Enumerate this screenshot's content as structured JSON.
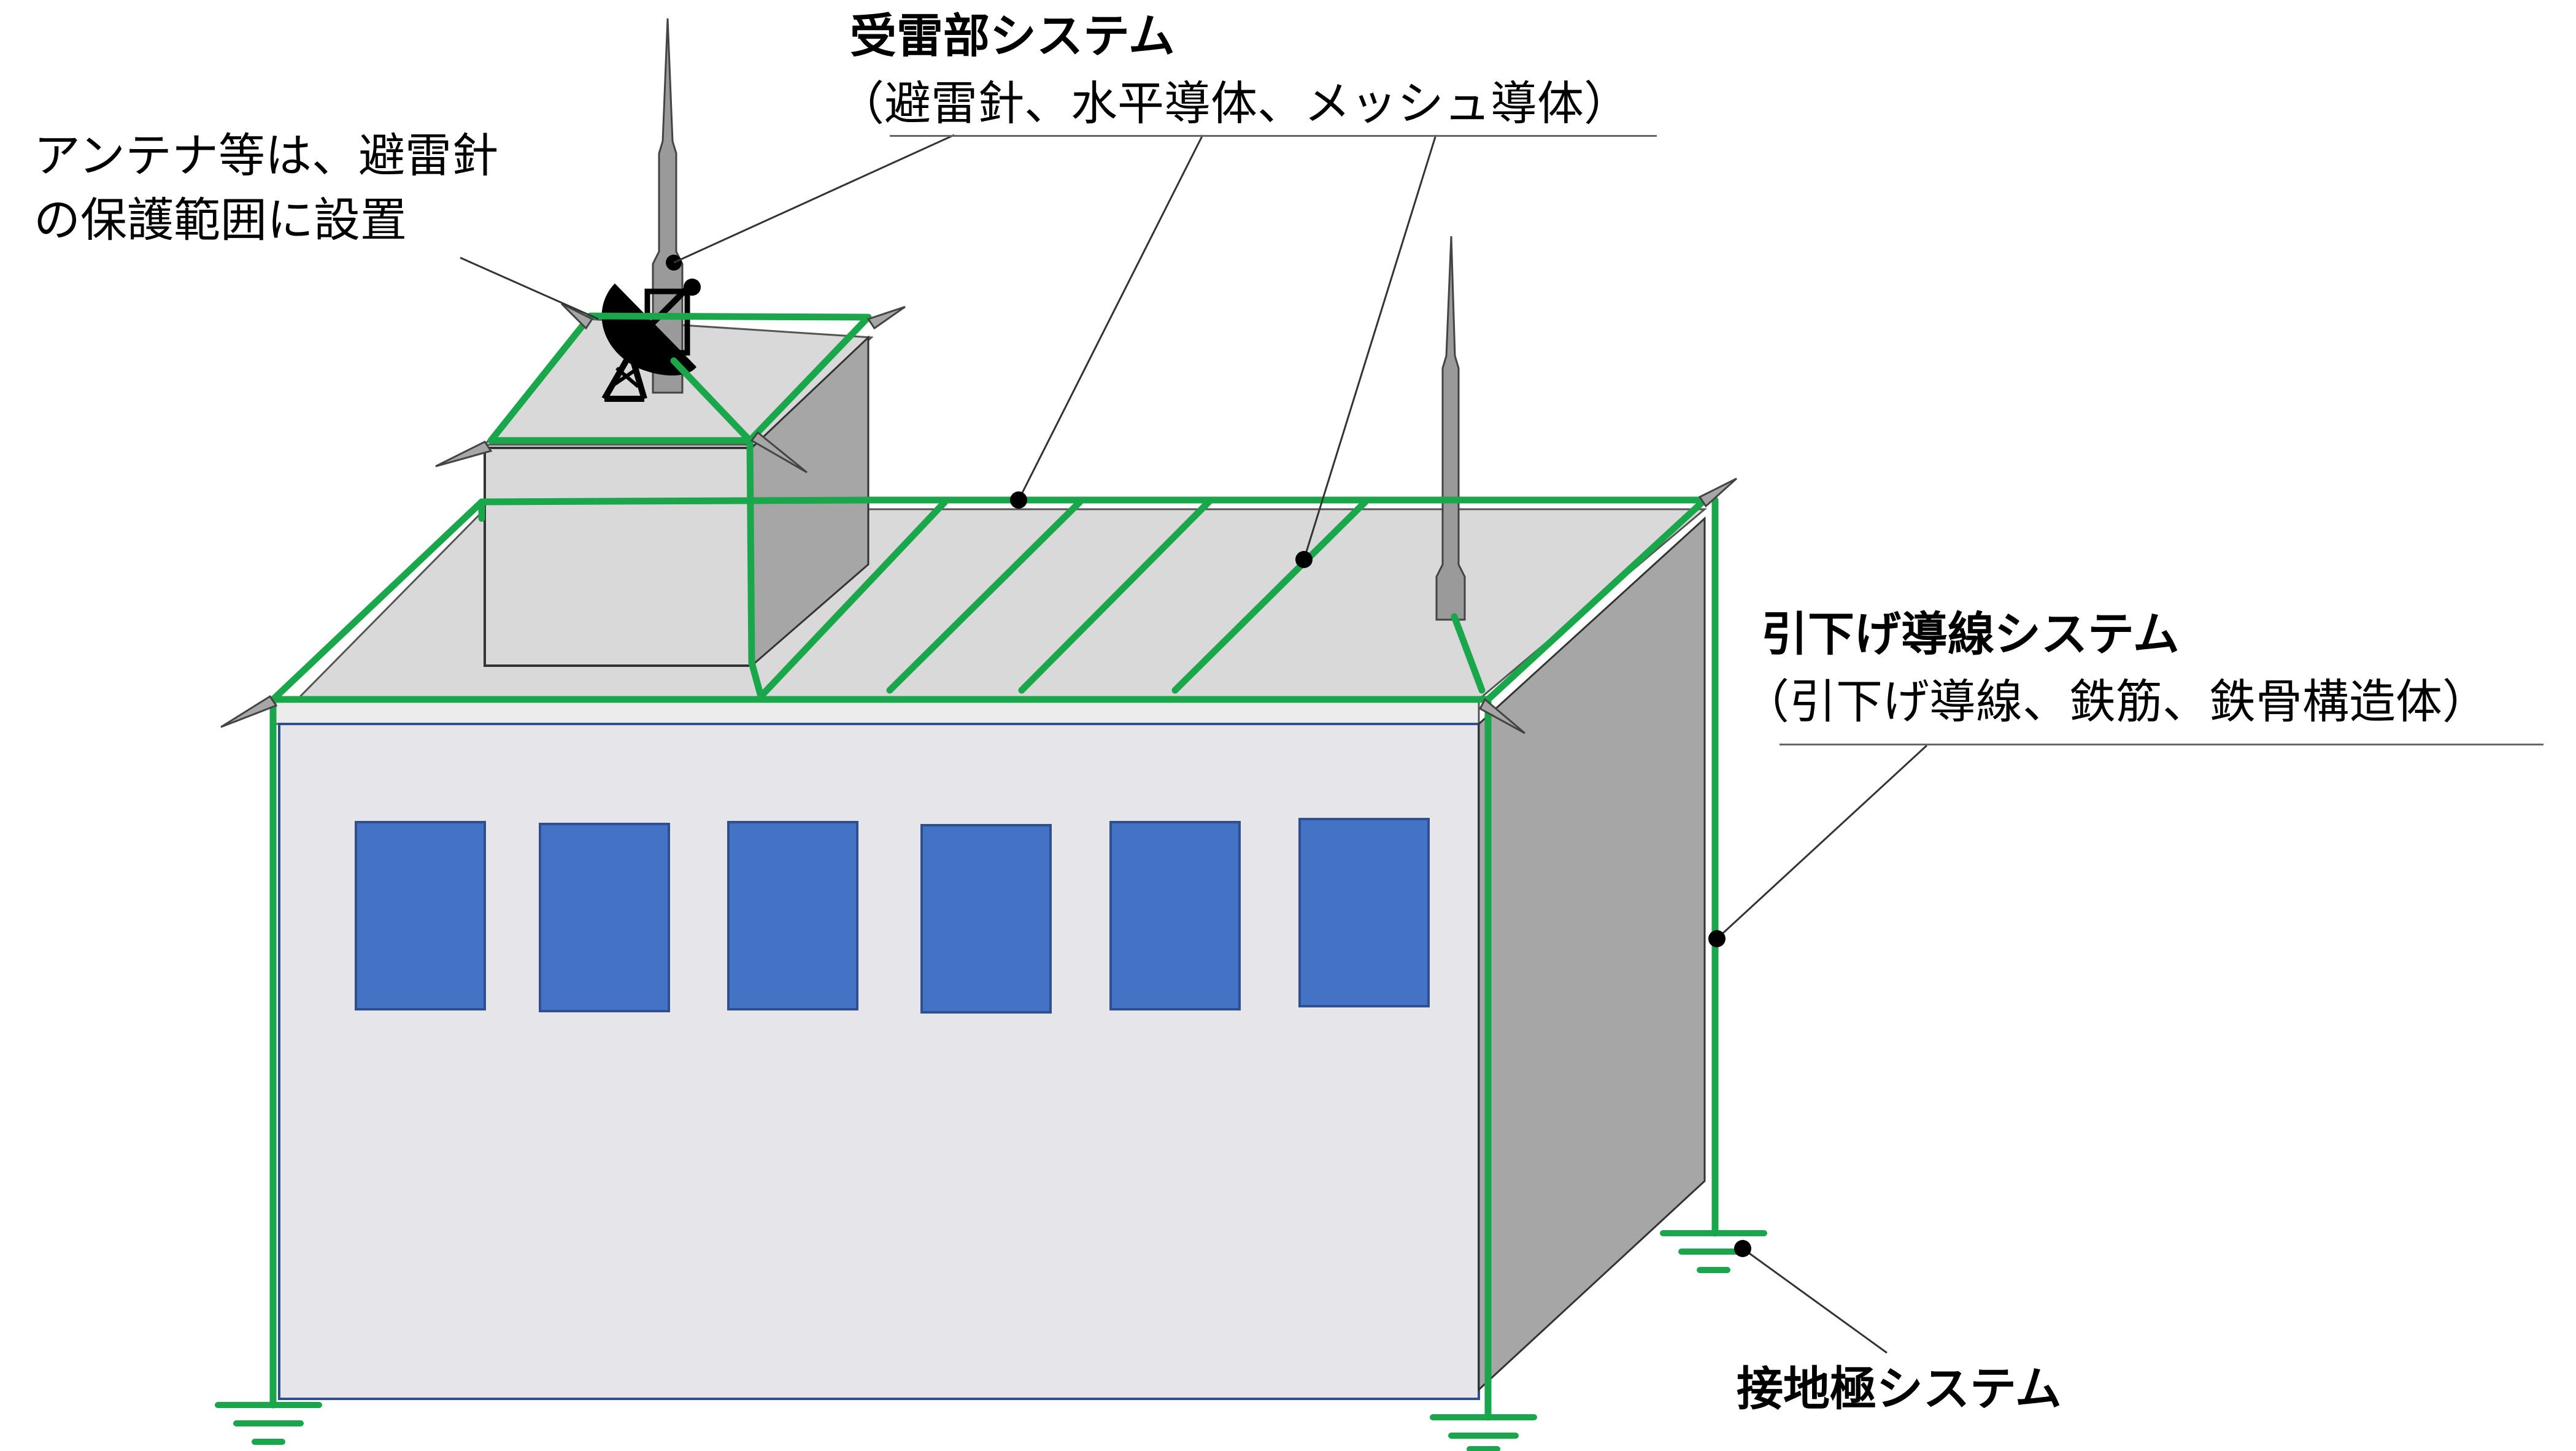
{
  "labels": {
    "receiver_title": "受雷部システム",
    "receiver_detail": "（避雷針、水平導体、メッシュ導体）",
    "antenna_line1": "アンテナ等は、避雷針",
    "antenna_line2": "の保護範囲に設置",
    "down_title": "引下げ導線システム",
    "down_detail": "（引下げ導線、鉄筋、鉄骨構造体）",
    "ground_title": "接地極システム"
  },
  "colors": {
    "conductor": "#1aa64a",
    "window": "#4472c4",
    "window_border": "#2f4f8f",
    "wall_front": "#e6e6ea",
    "wall_side": "#a6a6a6",
    "roof": "#d9d9d9",
    "penthouse_front": "#d9d9d9",
    "penthouse_side": "#a6a6a6",
    "leader": "#333333"
  },
  "icons": [
    "lightning-rod-icon",
    "satellite-dish-icon",
    "ground-symbol-icon"
  ]
}
